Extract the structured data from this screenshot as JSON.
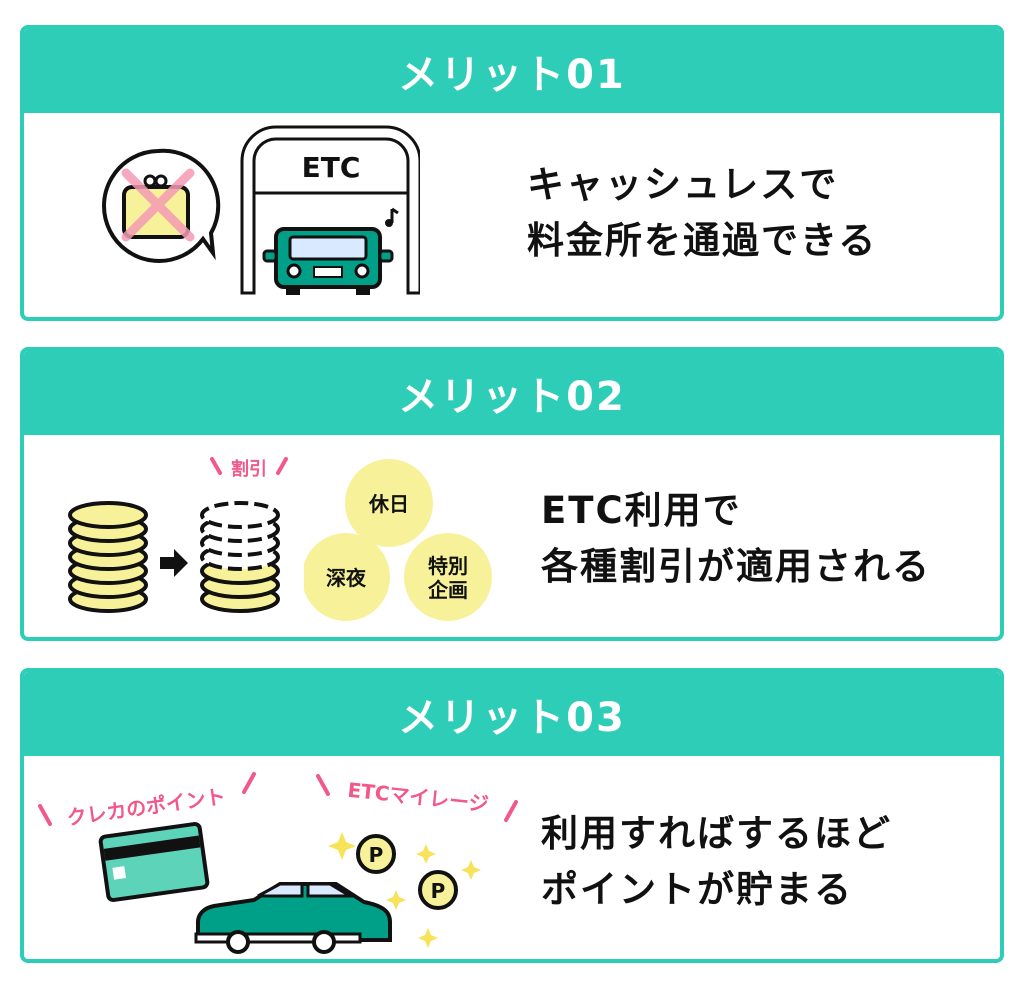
{
  "merits": [
    {
      "title": "メリット01",
      "lines": [
        "キャッシュレスで",
        "料金所を通過できる"
      ],
      "gate_label": "ETC"
    },
    {
      "title": "メリット02",
      "lines": [
        "ETC利用で",
        "各種割引が適用される"
      ],
      "discount_label": "割引",
      "bubbles": [
        "休日",
        "深夜",
        "特別",
        "企画"
      ]
    },
    {
      "title": "メリット03",
      "lines": [
        "利用すればするほど",
        "ポイントが貯まる"
      ],
      "labels": [
        "クレカのポイント",
        "ETCマイレージ"
      ],
      "coin_mark": "P"
    }
  ],
  "colors": {
    "teal": "#2ecdb8",
    "car": "#00a088",
    "yellow": "#f7f29a",
    "pink": "#f0598a"
  }
}
